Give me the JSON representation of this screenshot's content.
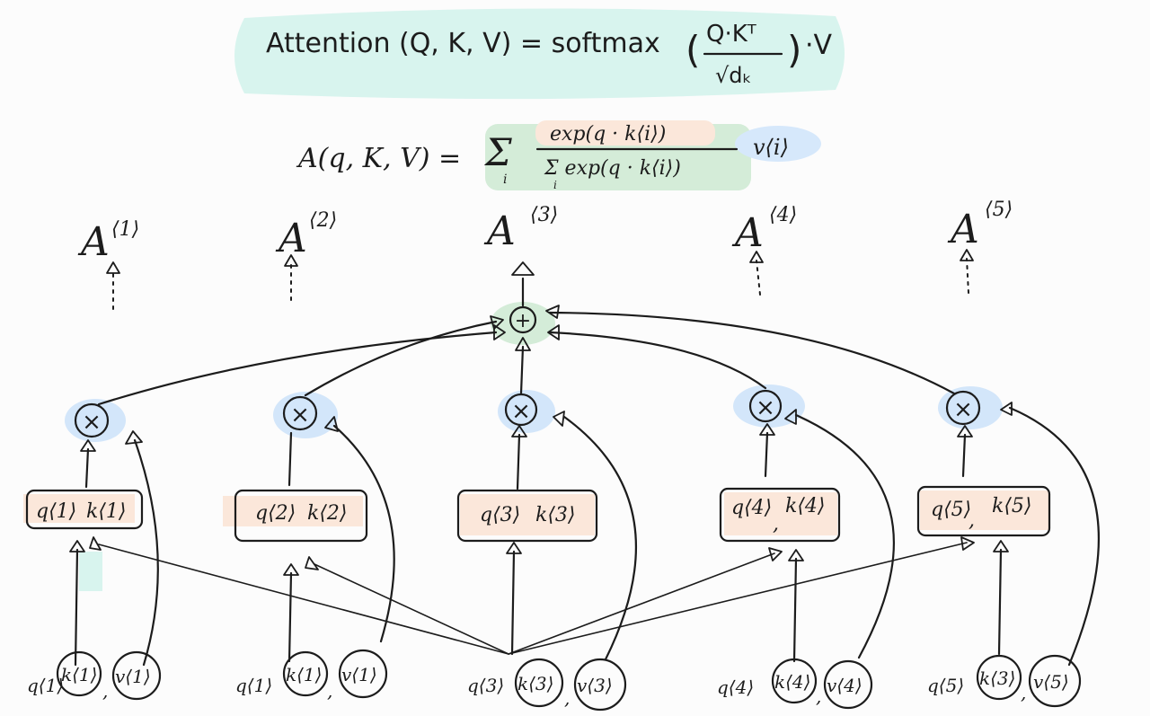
{
  "formula_top": {
    "lhs": "Attention (Q, K, V) = softmax",
    "numerator": "Q·Kᵀ",
    "denominator": "√dₖ",
    "rhs": "·V",
    "highlight_color": "#d8f4ee"
  },
  "formula_mid": {
    "lhs": "A(q, K, V) =",
    "sigma": "Σ",
    "sigma_index": "i",
    "numerator": "exp(q · k⟨i⟩)",
    "denominator": "Σ exp(q · k⟨i⟩)",
    "denominator_index": "i",
    "value_term": "v⟨i⟩",
    "colors": {
      "sum": "#d4ecd8",
      "numerator": "#fbe7da",
      "value": "#d6e8fb"
    }
  },
  "outputs": [
    {
      "label": "A",
      "sup": "⟨1⟩"
    },
    {
      "label": "A",
      "sup": "⟨2⟩"
    },
    {
      "label": "A",
      "sup": "⟨3⟩"
    },
    {
      "label": "A",
      "sup": "⟨4⟩"
    },
    {
      "label": "A",
      "sup": "⟨5⟩"
    }
  ],
  "sum_node": {
    "symbol": "+",
    "color": "#d4ecd8"
  },
  "multiply_nodes": [
    {
      "symbol": "×"
    },
    {
      "symbol": "×"
    },
    {
      "symbol": "×"
    },
    {
      "symbol": "×"
    },
    {
      "symbol": "×"
    }
  ],
  "multiply_color": "#d3e6fa",
  "score_boxes": [
    {
      "q": "q⟨1⟩",
      "k": "k⟨1⟩",
      "sep": ""
    },
    {
      "q": "q⟨2⟩",
      "k": "k⟨2⟩",
      "sep": ""
    },
    {
      "q": "q⟨3⟩",
      "k": "k⟨3⟩",
      "sep": ""
    },
    {
      "q": "q⟨4⟩",
      "k": "k⟨4⟩",
      "sep": ","
    },
    {
      "q": "q⟨5⟩",
      "k": "k⟨5⟩",
      "sep": ","
    }
  ],
  "score_box_color": "#fbe7da",
  "inputs": [
    {
      "q": "q⟨1⟩",
      "k": "k⟨1⟩",
      "v": "v⟨1⟩"
    },
    {
      "q": "q⟨1⟩",
      "k": "k⟨1⟩",
      "v": "v⟨1⟩"
    },
    {
      "q": "q⟨3⟩",
      "k": "k⟨3⟩",
      "v": "v⟨3⟩"
    },
    {
      "q": "q⟨4⟩",
      "k": "k⟨4⟩",
      "v": "v⟨4⟩"
    },
    {
      "q": "q⟨5⟩",
      "k": "k⟨3⟩",
      "v": "v⟨5⟩"
    }
  ],
  "input_separator": ","
}
